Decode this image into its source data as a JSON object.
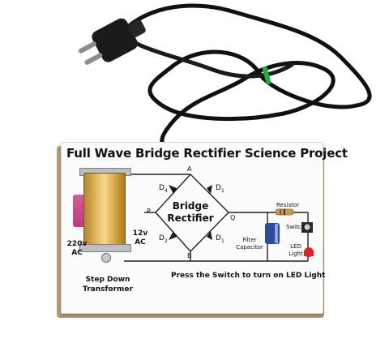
{
  "title": "Full Wave Bridge Rectifier Science Project",
  "labels": {
    "input_voltage": "220v",
    "input_type": "AC",
    "output_voltage": "12v",
    "output_type": "AC",
    "bridge_line1": "Bridge",
    "bridge_line2": "Rectifier",
    "node_a": "A",
    "node_b": "B",
    "node_p": "P",
    "node_q": "Q",
    "diode_d1_top": "D",
    "diode_d1_top_sub": "1",
    "diode_d4": "D",
    "diode_d4_sub": "4",
    "diode_d2": "D",
    "diode_d2_sub": "2",
    "diode_d1_bottom": "D",
    "diode_d1_bottom_sub": "1",
    "resistor": "Resistor",
    "switch": "Switch",
    "filter_line1": "Filter",
    "filter_line2": "Capacitor",
    "led_line1": "LED",
    "led_line2": "Light",
    "transformer_line1": "Step Down",
    "transformer_line2": "Transformer",
    "instruction": "Press the Switch to turn on LED Light"
  },
  "colors": {
    "cable": "#111111",
    "board": "#fbfbfb",
    "transformer": "#e8c36a",
    "coil": "#c03b7d",
    "led": "#e32222",
    "capacitor": "#2c4b9e",
    "cable_tie": "#1fae3c"
  }
}
